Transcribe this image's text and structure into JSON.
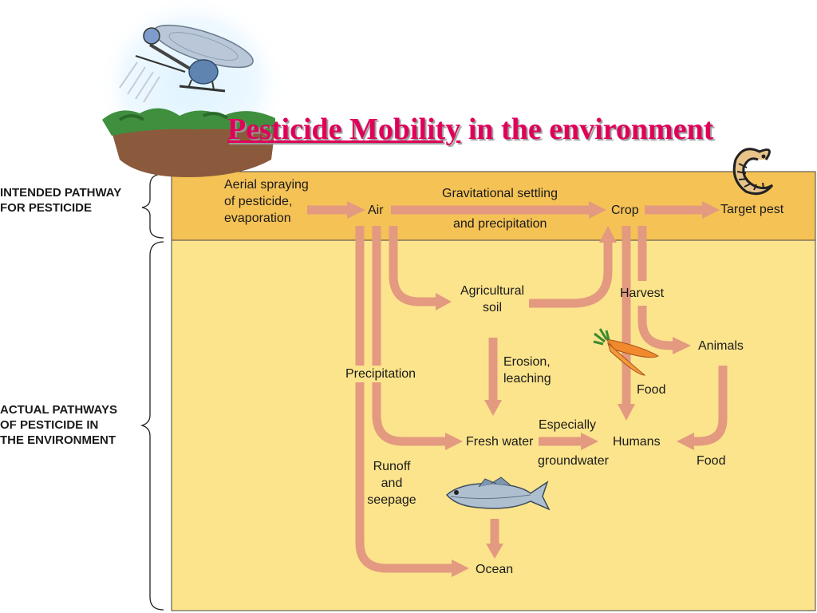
{
  "title": {
    "part1": "Pesticide Mobility",
    "part2": " in the environment"
  },
  "side_labels": {
    "intended": [
      "INTENDED PATHWAY",
      "FOR PESTICIDE"
    ],
    "actual": [
      "ACTUAL PATHWAYS",
      "OF PESTICIDE IN",
      "THE ENVIRONMENT"
    ]
  },
  "nodes": {
    "aerial": [
      "Aerial spraying",
      "of pesticide,",
      "evaporation"
    ],
    "air": "Air",
    "crop": "Crop",
    "target_pest": "Target pest",
    "ag_soil": [
      "Agricultural",
      "soil"
    ],
    "harvest": "Harvest",
    "animals": "Animals",
    "fresh_water": "Fresh water",
    "humans": "Humans",
    "ocean": "Ocean"
  },
  "edge_labels": {
    "grav_top": "Gravitational settling",
    "grav_bottom": "and precipitation",
    "erosion": [
      "Erosion,",
      "leaching"
    ],
    "precipitation": "Precipitation",
    "food_carrot": "Food",
    "food_animals": "Food",
    "especially": "Especially",
    "groundwater": "groundwater",
    "runoff": [
      "Runoff",
      "and",
      "seepage"
    ]
  },
  "icons": [
    "helicopter-icon",
    "island-icon",
    "caterpillar-icon",
    "carrot-icon",
    "fish-icon"
  ],
  "colors": {
    "title": "#e0005a",
    "intended_band": "#f5c256",
    "actual_band": "#fce48c",
    "arrow": "#e39a80"
  }
}
